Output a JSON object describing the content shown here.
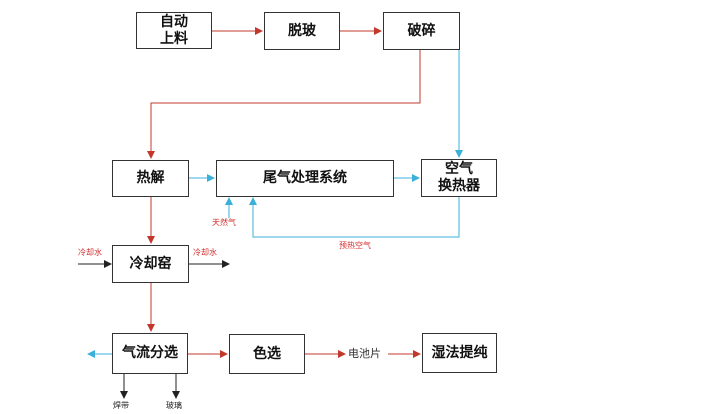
{
  "nodes": {
    "auto_feed": "自动\n上料",
    "deshell": "脱玻",
    "crush": "破碎",
    "pyrolysis": "热解",
    "exhaust": "尾气处理系统",
    "heat_exchanger": "空气\n换热器",
    "cooling_kiln": "冷却窑",
    "air_separation": "气流分选",
    "color_sort": "色选",
    "wet_extraction": "湿法提纯"
  },
  "labels": {
    "natural_gas": "天然气",
    "preheated_air": "预热空气",
    "cooling_water_in": "冷却水",
    "cooling_water_out": "冷却水",
    "cell_piece": "电池片",
    "output_a": "焊带",
    "output_b": "玻璃"
  },
  "colors": {
    "red_flow": "#c0392b",
    "blue_flow": "#3bb0d8",
    "black_flow": "#222222"
  }
}
